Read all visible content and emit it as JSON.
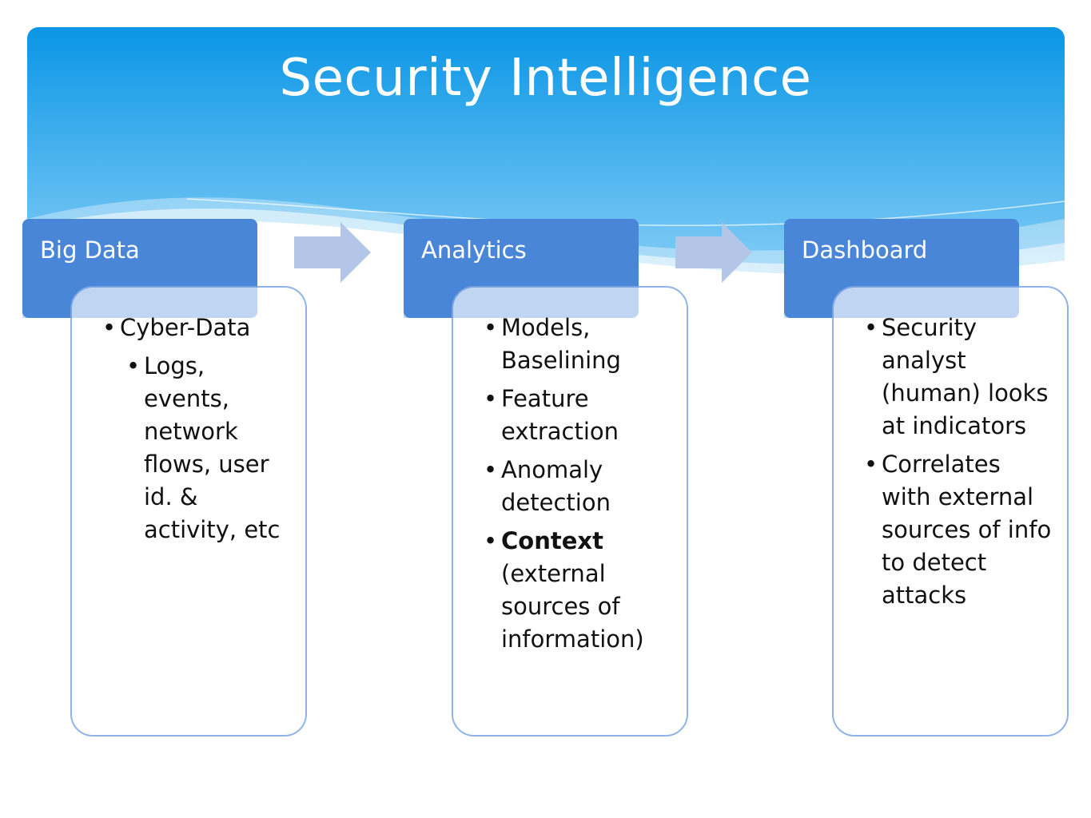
{
  "title": "Security Intelligence",
  "colors": {
    "banner_top": "#0a96e6",
    "banner_bottom": "#8fd2f7",
    "header_fill": "#4a86d8",
    "body_border": "#8fb3e6",
    "arrow_fill": "#b3c6e8"
  },
  "stages": [
    {
      "header": "Big Data",
      "bullets": [
        {
          "text": "Cyber-Data",
          "level": 1
        },
        {
          "text": "Logs, events, network flows, user id. & activity, etc",
          "level": 2
        }
      ]
    },
    {
      "header": "Analytics",
      "bullets": [
        {
          "text": "Models, Baselining",
          "level": 1
        },
        {
          "text": "Feature extraction",
          "level": 1
        },
        {
          "text": "Anomaly detection",
          "level": 1
        },
        {
          "bold": "Context",
          "text": " (external sources of information)",
          "level": 1
        }
      ]
    },
    {
      "header": "Dashboard",
      "bullets": [
        {
          "text": "Security analyst (human) looks at indicators",
          "level": 1
        },
        {
          "text": "Correlates with external sources of info to detect attacks",
          "level": 1
        }
      ]
    }
  ],
  "arrows": [
    "right-arrow-icon",
    "right-arrow-icon"
  ]
}
